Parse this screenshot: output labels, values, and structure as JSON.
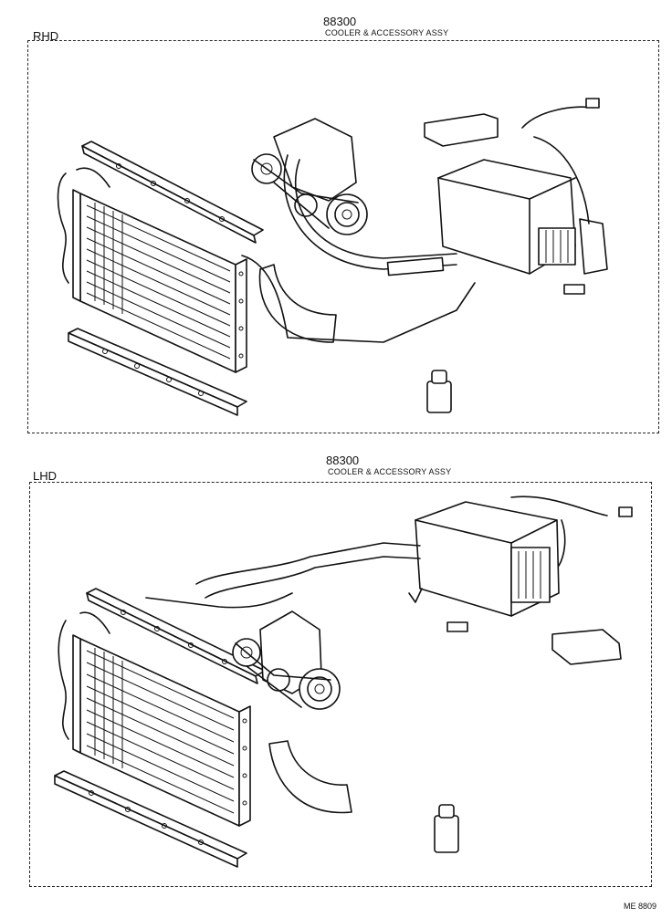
{
  "sections": [
    {
      "tag": "RHD",
      "part_number": "88300",
      "part_name": "COOLER & ACCESSORY ASSY"
    },
    {
      "tag": "LHD",
      "part_number": "88300",
      "part_name": "COOLER & ACCESSORY ASSY"
    }
  ],
  "footer": {
    "code": "ME 8809"
  },
  "icons": [
    "condenser-icon",
    "compressor-icon",
    "evaporator-unit-icon",
    "receiver-bottle-icon",
    "bracket-icon",
    "belt-guard-icon",
    "wiring-harness-icon",
    "refrigerant-hose-icon"
  ]
}
